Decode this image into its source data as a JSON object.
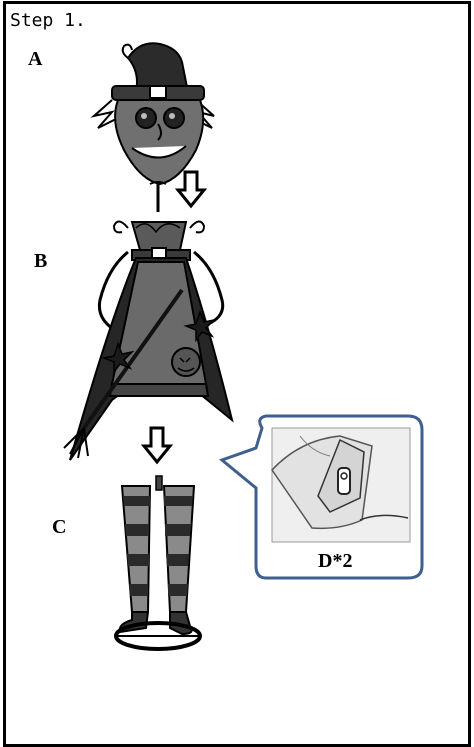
{
  "step": {
    "title": "Step 1."
  },
  "parts": {
    "a": {
      "label": "A"
    },
    "b": {
      "label": "B"
    },
    "c": {
      "label": "C"
    },
    "d": {
      "label": "D*2"
    }
  },
  "colors": {
    "outline": "#000000",
    "callout_border": "#3f5f8f",
    "body_gray": "#6a6a6a",
    "dark_gray": "#2f2f2f"
  },
  "icons": [
    "down-arrow-icon",
    "down-arrow-icon"
  ]
}
